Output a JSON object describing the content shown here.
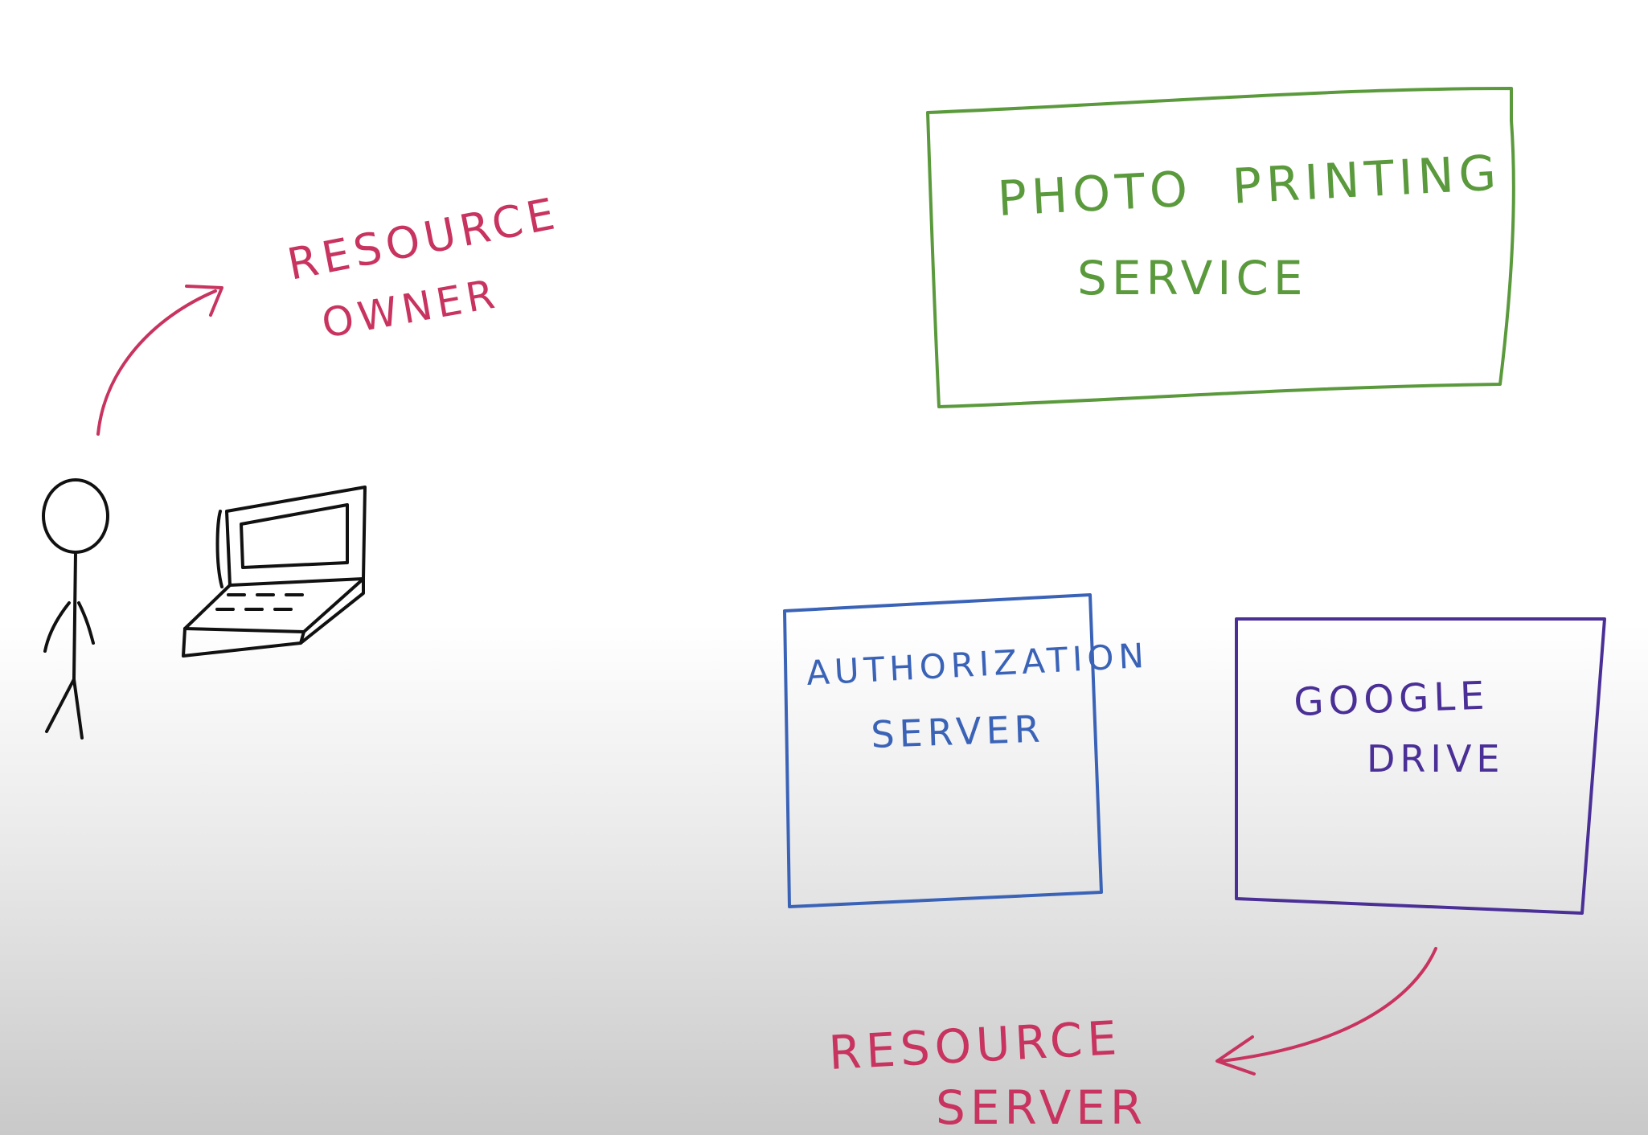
{
  "labels": {
    "resource_owner_line1": "RESOURCE",
    "resource_owner_line2": "OWNER",
    "photo_service_line1": "PHOTO  PRINTING",
    "photo_service_line2": "SERVICE",
    "auth_server_line1": "AUTHORIZATION",
    "auth_server_line2": "SERVER",
    "google_drive_line1": "GOOGLE",
    "google_drive_line2": "DRIVE",
    "resource_server_line1": "RESOURCE",
    "resource_server_line2": "SERVER"
  },
  "colors": {
    "annotation": "#c8335f",
    "photo_service": "#5a9a3c",
    "auth_server": "#3a63b8",
    "google_drive": "#4a2f96",
    "ink": "#111111"
  }
}
